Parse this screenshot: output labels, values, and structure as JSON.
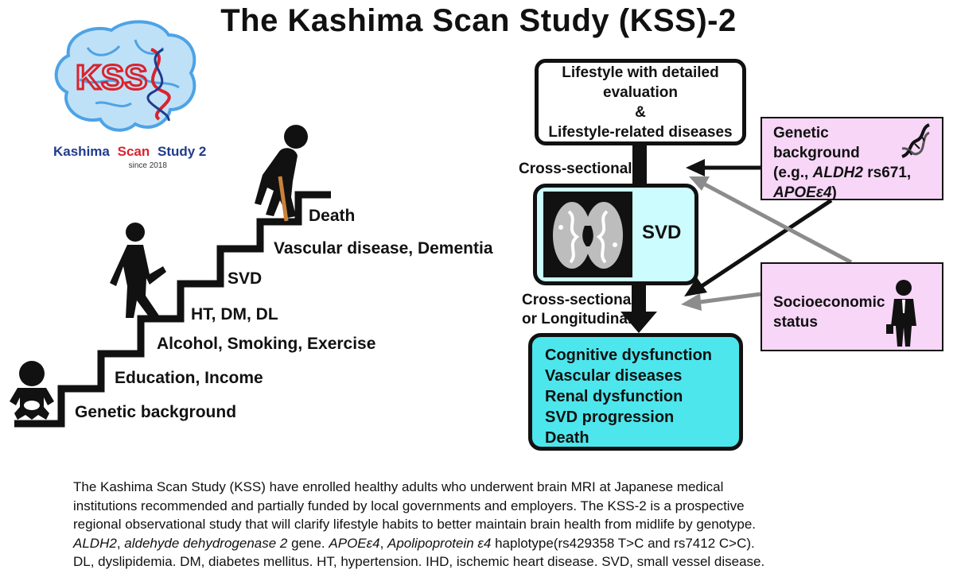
{
  "title": "The Kashima Scan Study (KSS)-2",
  "logo": {
    "mark_text": "KSS",
    "word1": "Kashima",
    "word2": "Scan",
    "word3": "Study 2",
    "since": "since 2018",
    "colors": {
      "brain": "#4da3e6",
      "red": "#d9232e",
      "navy": "#1f3b8c"
    }
  },
  "staircase": {
    "steps": [
      "Genetic background",
      "Education, Income",
      "Alcohol, Smoking, Exercise",
      "HT, DM, DL",
      "SVD",
      "Vascular disease, Dementia",
      "Death"
    ],
    "figures": [
      "baby-icon",
      "walking-adult-icon",
      "elderly-cane-icon"
    ]
  },
  "flow": {
    "lifestyle_box": [
      "Lifestyle with detailed",
      "evaluation",
      "&",
      "Lifestyle-related diseases"
    ],
    "cross_sectional_label": "Cross-sectional",
    "cross_longitudinal_label": [
      "Cross-sectional",
      "or  Longitudinal"
    ],
    "svd_label": "SVD",
    "outcomes": [
      "Cognitive dysfunction",
      "Vascular diseases",
      "Renal dysfunction",
      "SVD progression",
      "Death"
    ],
    "genetic_box": {
      "l1": "Genetic",
      "l2": "background",
      "l3a": "(e.g., ",
      "l3b": "ALDH2",
      "l3c": " rs671,",
      "l4a": "APOEε4",
      "l4b": ")"
    },
    "socio_box": [
      "Socioeconomic",
      "status"
    ],
    "colors": {
      "lifestyle_bg": "#ffffff",
      "svd_bg": "#ccfcfd",
      "outcome_bg": "#4de6ec",
      "side_bg": "#f7d6f7",
      "grey_arrow": "#8c8c8c"
    }
  },
  "caption": {
    "l1": "The Kashima Scan Study (KSS) have enrolled healthy adults who underwent brain MRI at Japanese medical",
    "l2": "institutions recommended and partially funded by local governments and employers. The KSS-2 is a prospective",
    "l3": "regional observational study that will clarify lifestyle habits to better maintain brain health from midlife by genotype.",
    "l4a": "ALDH2",
    "l4b": ", ",
    "l4c": "aldehyde dehydrogenase 2",
    "l4d": " gene. ",
    "l4e": "APOEε4",
    "l4f": ", ",
    "l4g": "Apolipoprotein ε4",
    "l4h": " haplotype(rs429358 T>C and rs7412 C>C).",
    "l5": "DL, dyslipidemia. DM, diabetes mellitus. HT, hypertension. IHD, ischemic heart disease. SVD, small vessel disease."
  }
}
